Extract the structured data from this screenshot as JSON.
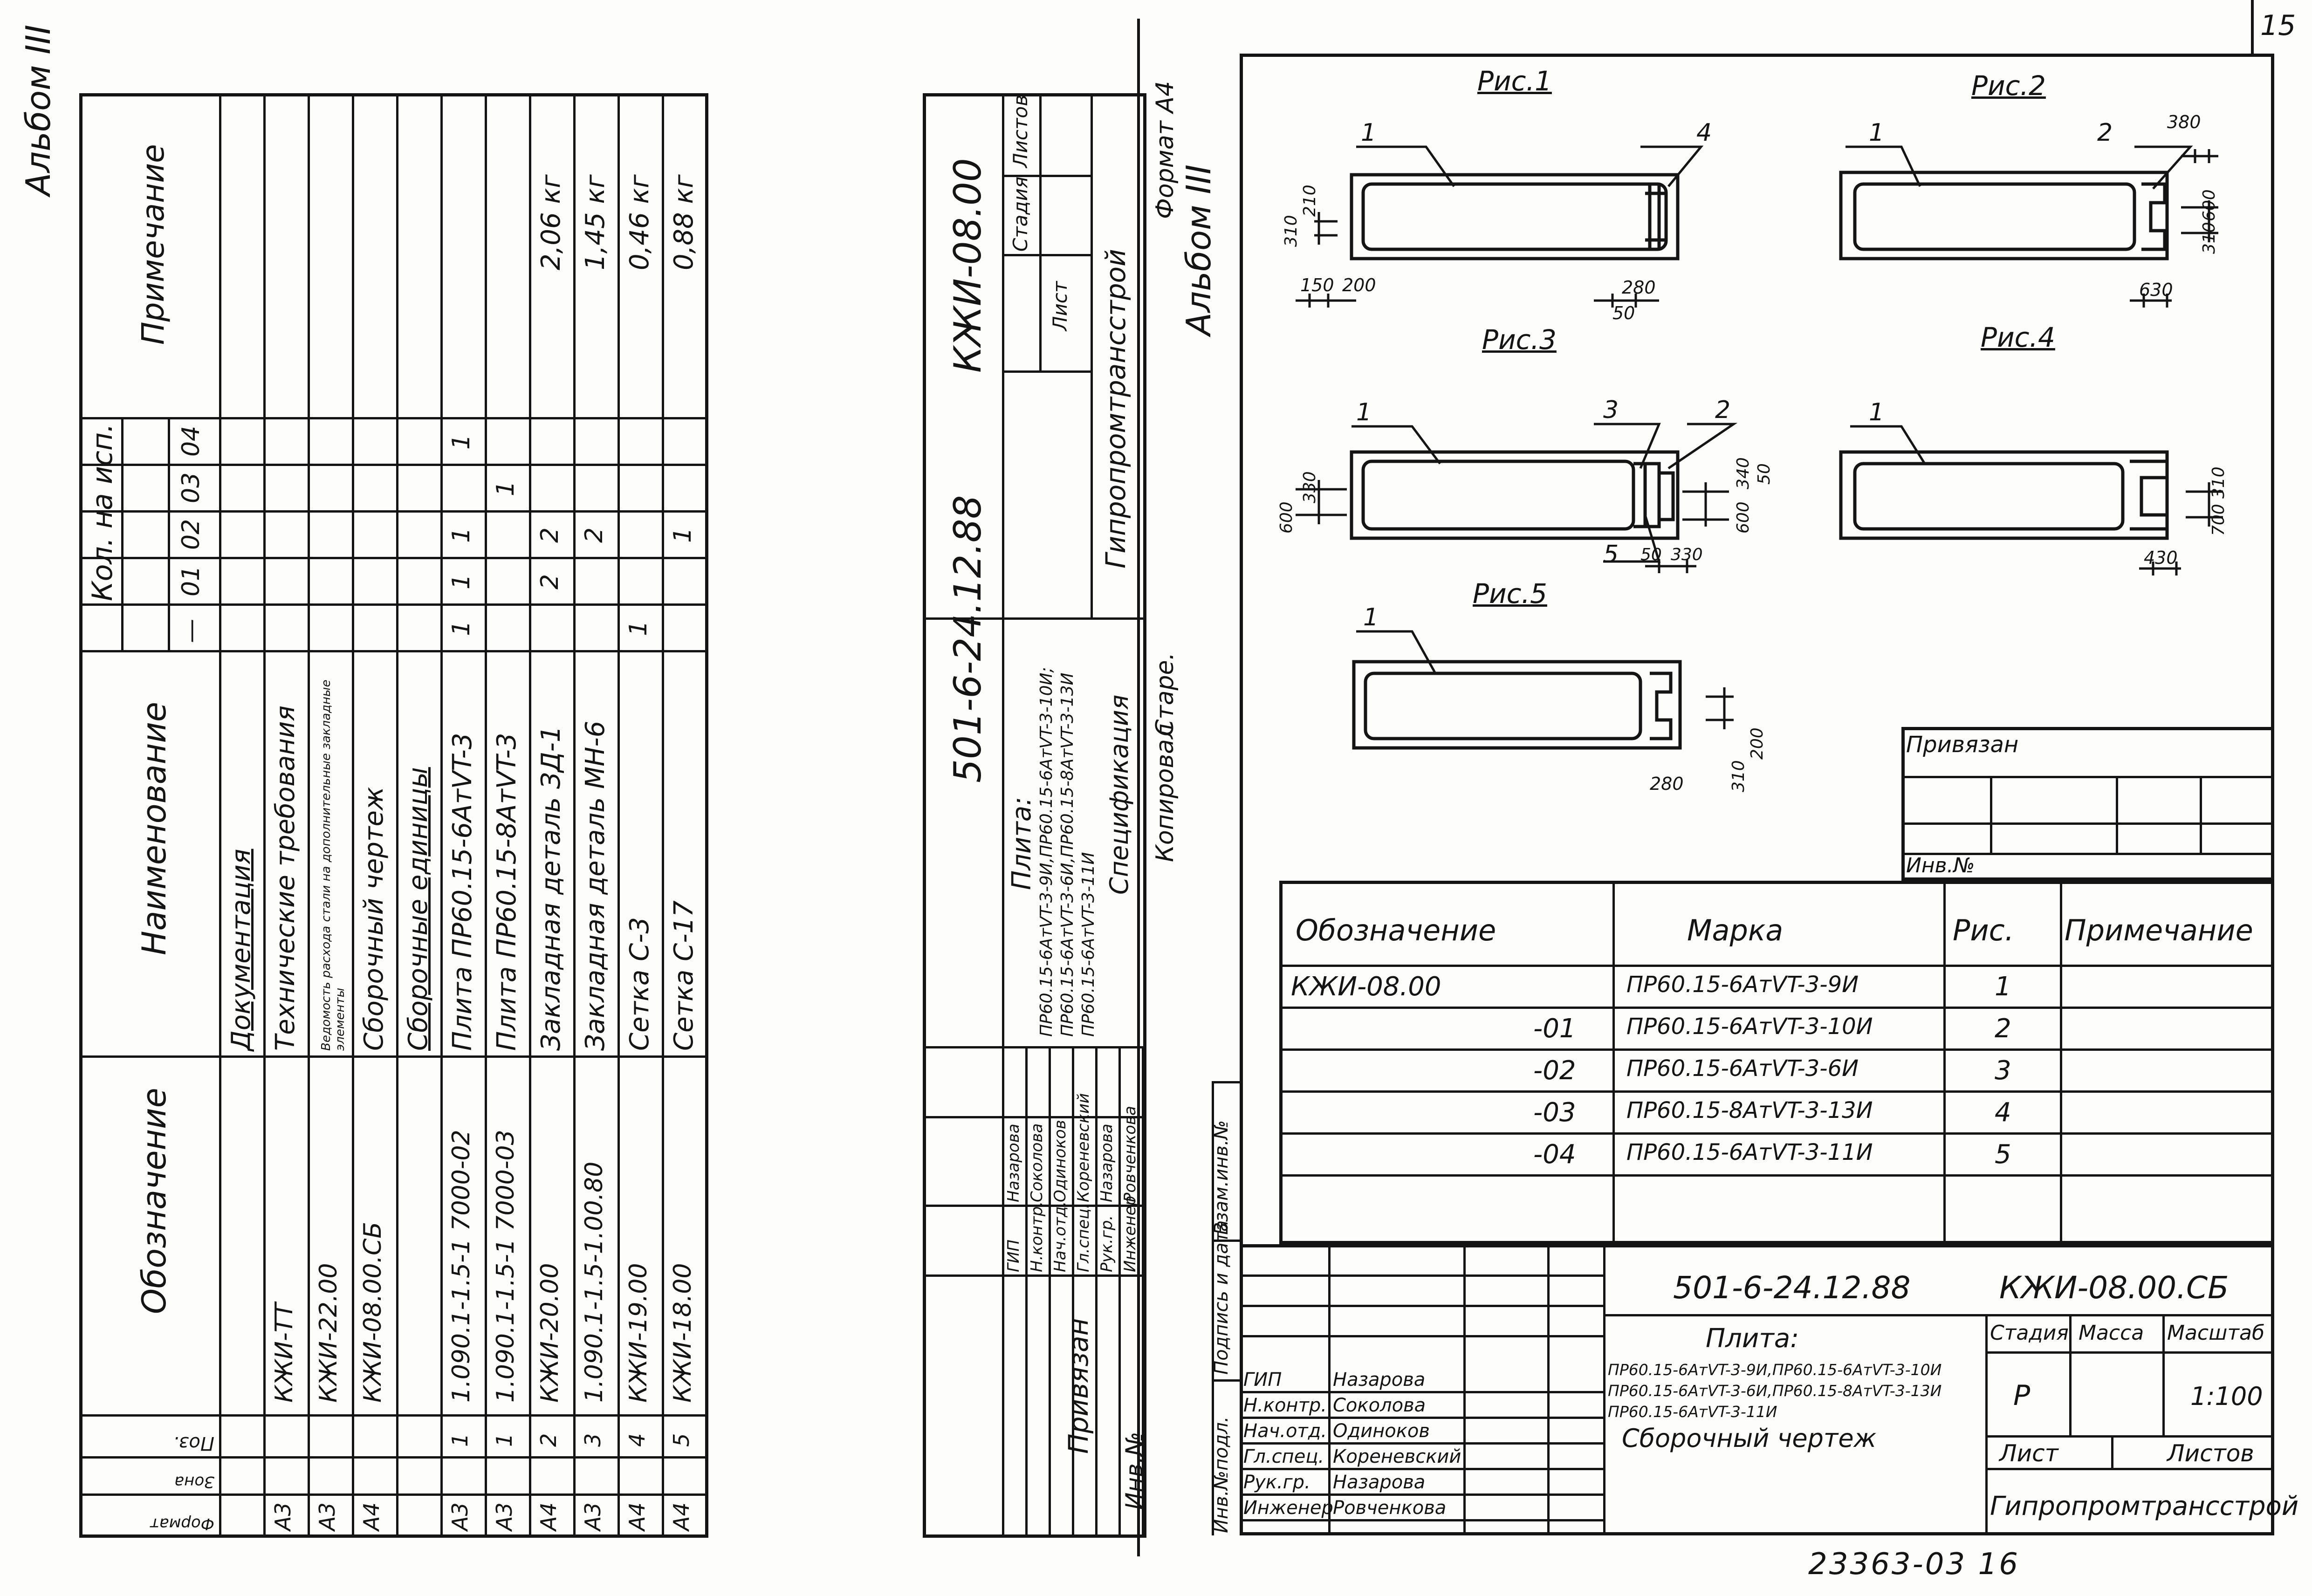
{
  "page_number": "15",
  "album_left": "Альбом III",
  "album_right": "Альбом III",
  "bottom_code": "23363-03 16",
  "spec": {
    "headers": {
      "format": "Формат",
      "zone": "Зона",
      "pos": "Поз.",
      "designation": "Обозначение",
      "name": "Наименование",
      "qty": "Кол. на исп.",
      "note": "Примечание",
      "variants": [
        "—",
        "01",
        "02",
        "03",
        "04"
      ]
    },
    "rows": [
      {
        "format": "",
        "pos": "",
        "designation": "",
        "name": "Документация",
        "q": [
          "",
          "",
          "",
          "",
          ""
        ],
        "note": "",
        "style": "section"
      },
      {
        "format": "А3",
        "pos": "",
        "designation": "КЖИ-ТТ",
        "name": "Технические требования",
        "q": [
          "",
          "",
          "",
          "",
          ""
        ],
        "note": ""
      },
      {
        "format": "А3",
        "pos": "",
        "designation": "КЖИ-22.00",
        "name": "Ведомость расхода стали на дополнительные закладные элементы",
        "q": [
          "",
          "",
          "",
          "",
          ""
        ],
        "note": "",
        "style": "small"
      },
      {
        "format": "А4",
        "pos": "",
        "designation": "КЖИ-08.00.СБ",
        "name": "Сборочный чертеж",
        "q": [
          "",
          "",
          "",
          "",
          ""
        ],
        "note": ""
      },
      {
        "format": "",
        "pos": "",
        "designation": "",
        "name": "Сборочные единицы",
        "q": [
          "",
          "",
          "",
          "",
          ""
        ],
        "note": "",
        "style": "section"
      },
      {
        "format": "А3",
        "pos": "1",
        "designation": "1.090.1-1.5-1 7000-02",
        "name": "Плита ПР60.15-6АтVT-3",
        "q": [
          "1",
          "1",
          "1",
          "",
          "1"
        ],
        "note": ""
      },
      {
        "format": "А3",
        "pos": "1",
        "designation": "1.090.1-1.5-1 7000-03",
        "name": "Плита ПР60.15-8АтVT-3",
        "q": [
          "",
          "",
          "",
          "1",
          ""
        ],
        "note": ""
      },
      {
        "format": "А4",
        "pos": "2",
        "designation": "КЖИ-20.00",
        "name": "Закладная деталь ЗД-1",
        "q": [
          "",
          "2",
          "2",
          "",
          ""
        ],
        "note": "2,06 кг"
      },
      {
        "format": "А3",
        "pos": "3",
        "designation": "1.090.1-1.5-1.00.80",
        "name": "Закладная деталь МН-6",
        "q": [
          "",
          "",
          "2",
          "",
          ""
        ],
        "note": "1,45 кг"
      },
      {
        "format": "А4",
        "pos": "4",
        "designation": "КЖИ-19.00",
        "name": "Сетка С-3",
        "q": [
          "1",
          "",
          "",
          "",
          ""
        ],
        "note": "0,46 кг"
      },
      {
        "format": "А4",
        "pos": "5",
        "designation": "КЖИ-18.00",
        "name": "Сетка С-17",
        "q": [
          "",
          "",
          "1",
          "",
          ""
        ],
        "note": "0,88 кг"
      }
    ]
  },
  "title_left": {
    "code": "501-6-24.12.88",
    "doc": "КЖИ-08.00",
    "plate_label": "Плита:",
    "plate_lines": [
      "ПР60.15-6АтVT-3-9И,ПР60.15-6АтVT-3-10И;",
      "ПР60.15-6АтVT-3-6И,ПР60.15-8АтVT-3-13И",
      "ПР60.15-6АтVT-3-11И"
    ],
    "doc_type": "Спецификация",
    "stage": "Стадия",
    "sheet": "Лист",
    "sheets": "Листов",
    "org": "Гипропромтрансстрой",
    "copied": "Копировал",
    "copied_name": "Старе.",
    "format": "Формат А4",
    "roles": [
      {
        "role": "ГИП",
        "name": "Назарова"
      },
      {
        "role": "Н.контр.",
        "name": "Соколова"
      },
      {
        "role": "Нач.отд.",
        "name": "Одиноков"
      },
      {
        "role": "Гл.спец.",
        "name": "Кореневский"
      },
      {
        "role": "Рук.гр.",
        "name": "Назарова"
      },
      {
        "role": "Инженер",
        "name": "Ровченкова"
      }
    ],
    "privyazan": "Привязан",
    "inv": "Инв.№"
  },
  "drawing": {
    "fig_labels": [
      "Рис.1",
      "Рис.2",
      "Рис.3",
      "Рис.4",
      "Рис.5"
    ],
    "dims": {
      "fig1": [
        "310",
        "210",
        "150",
        "200",
        "280",
        "50"
      ],
      "fig2": [
        "380",
        "630",
        "310",
        "600"
      ],
      "fig3": [
        "600",
        "330",
        "600",
        "340",
        "50",
        "50",
        "330"
      ],
      "fig4": [
        "700",
        "310",
        "430"
      ],
      "fig5": [
        "310",
        "200",
        "280"
      ]
    },
    "leaders": {
      "fig1": [
        "1",
        "4"
      ],
      "fig2": [
        "1",
        "2"
      ],
      "fig3": [
        "1",
        "3",
        "2",
        "5"
      ],
      "fig4": [
        "1"
      ],
      "fig5": [
        "1"
      ]
    }
  },
  "privyazan_box": {
    "label": "Привязан",
    "inv": "Инв.№"
  },
  "marks": {
    "headers": [
      "Обозначение",
      "Марка",
      "Рис.",
      "Примечание"
    ],
    "rows": [
      {
        "designation": "КЖИ-08.00",
        "mark": "ПР60.15-6АтVT-3-9И",
        "fig": "1"
      },
      {
        "designation": "-01",
        "mark": "ПР60.15-6АтVT-3-10И",
        "fig": "2"
      },
      {
        "designation": "-02",
        "mark": "ПР60.15-6АтVT-3-6И",
        "fig": "3"
      },
      {
        "designation": "-03",
        "mark": "ПР60.15-8АтVT-3-13И",
        "fig": "4"
      },
      {
        "designation": "-04",
        "mark": "ПР60.15-6АтVT-3-11И",
        "fig": "5"
      }
    ]
  },
  "title_right": {
    "code": "501-6-24.12.88",
    "doc": "КЖИ-08.00.СБ",
    "plate_label": "Плита:",
    "plate_lines": [
      "ПР60.15-6АтVT-3-9И,ПР60.15-6АтVT-3-10И",
      "ПР60.15-6АтVT-3-6И,ПР60.15-8АтVT-3-13И",
      "ПР60.15-6АтVT-3-11И"
    ],
    "doc_type": "Сборочный чертеж",
    "stage": "Стадия",
    "mass": "Масса",
    "scale": "Масштаб",
    "stage_val": "Р",
    "scale_val": "1:100",
    "sheet": "Лист",
    "sheets": "Листов",
    "org": "Гипропромтрансстрой",
    "roles": [
      {
        "role": "ГИП",
        "name": "Назарова"
      },
      {
        "role": "Н.контр.",
        "name": "Соколова"
      },
      {
        "role": "Нач.отд.",
        "name": "Одиноков"
      },
      {
        "role": "Гл.спец.",
        "name": "Кореневский"
      },
      {
        "role": "Рук.гр.",
        "name": "Назарова"
      },
      {
        "role": "Инженер",
        "name": "Ровченкова"
      }
    ]
  },
  "margin_labels": [
    "Инв.№подл.",
    "Подпись и дата",
    "Взам.инв.№"
  ]
}
